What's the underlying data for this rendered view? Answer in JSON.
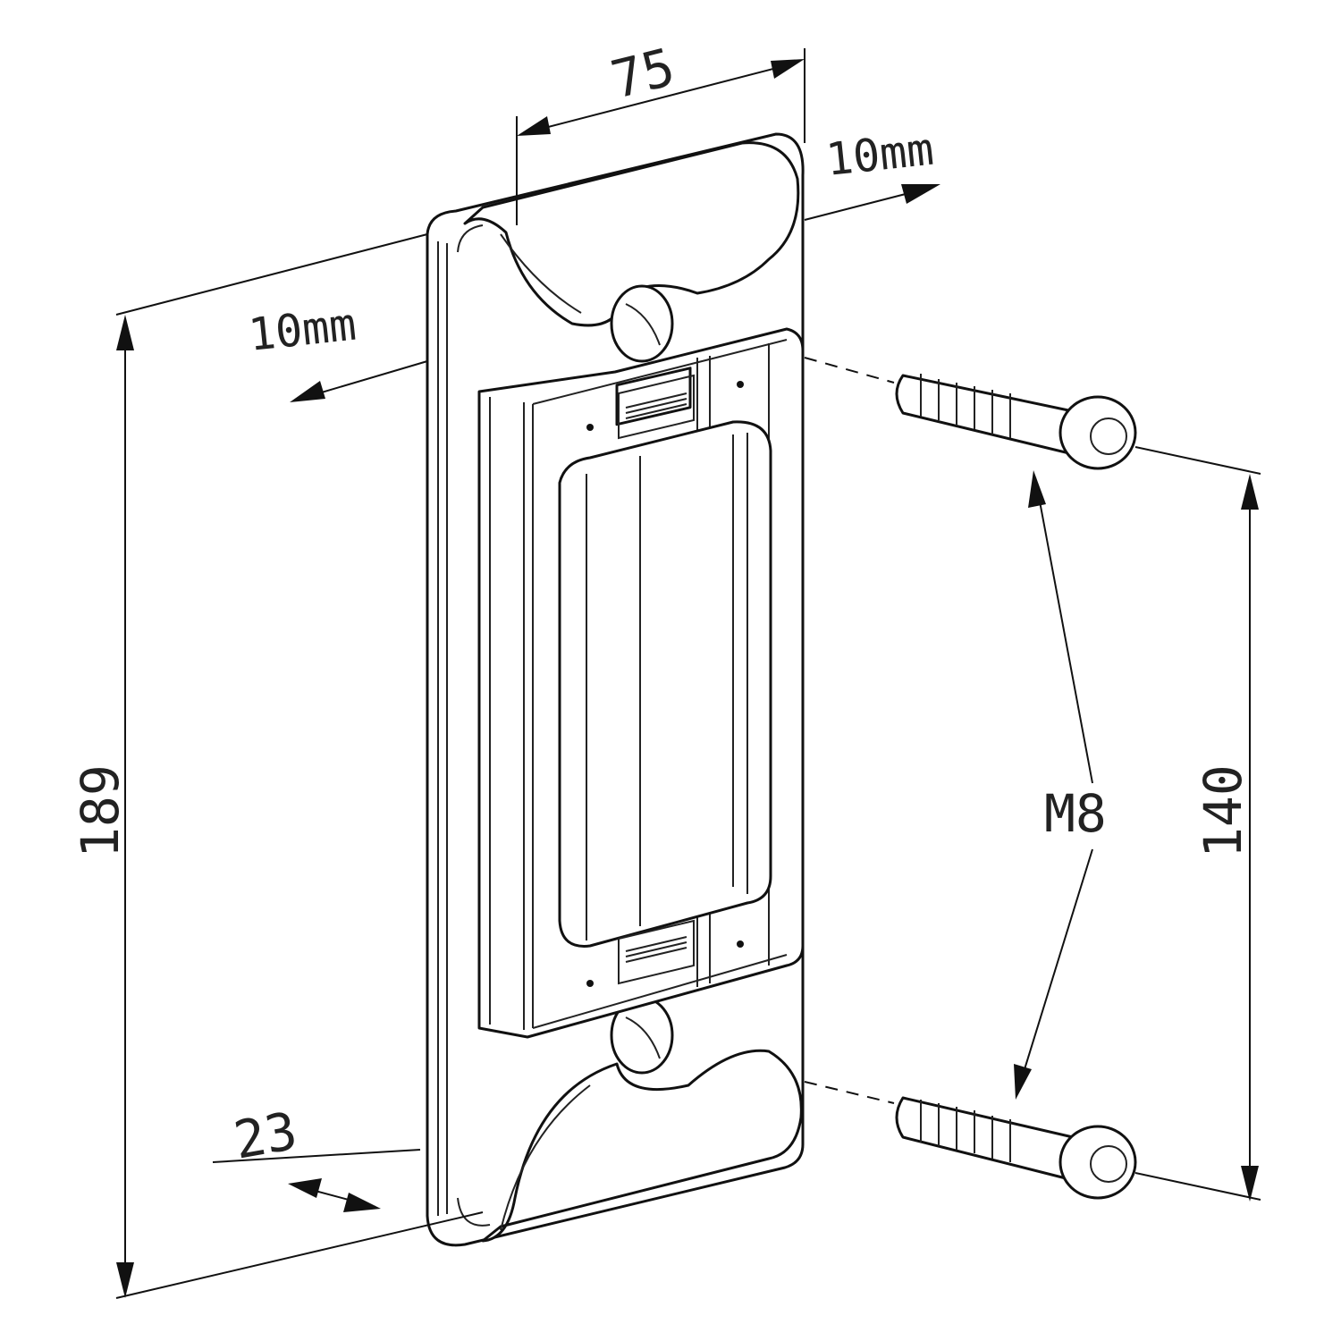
{
  "drawing": {
    "dimensions": {
      "width_top": "75",
      "offset_top": "10mm",
      "offset_left": "10mm",
      "height_total": "189",
      "depth": "23",
      "screw_spacing": "140",
      "screw_size": "M8"
    }
  }
}
